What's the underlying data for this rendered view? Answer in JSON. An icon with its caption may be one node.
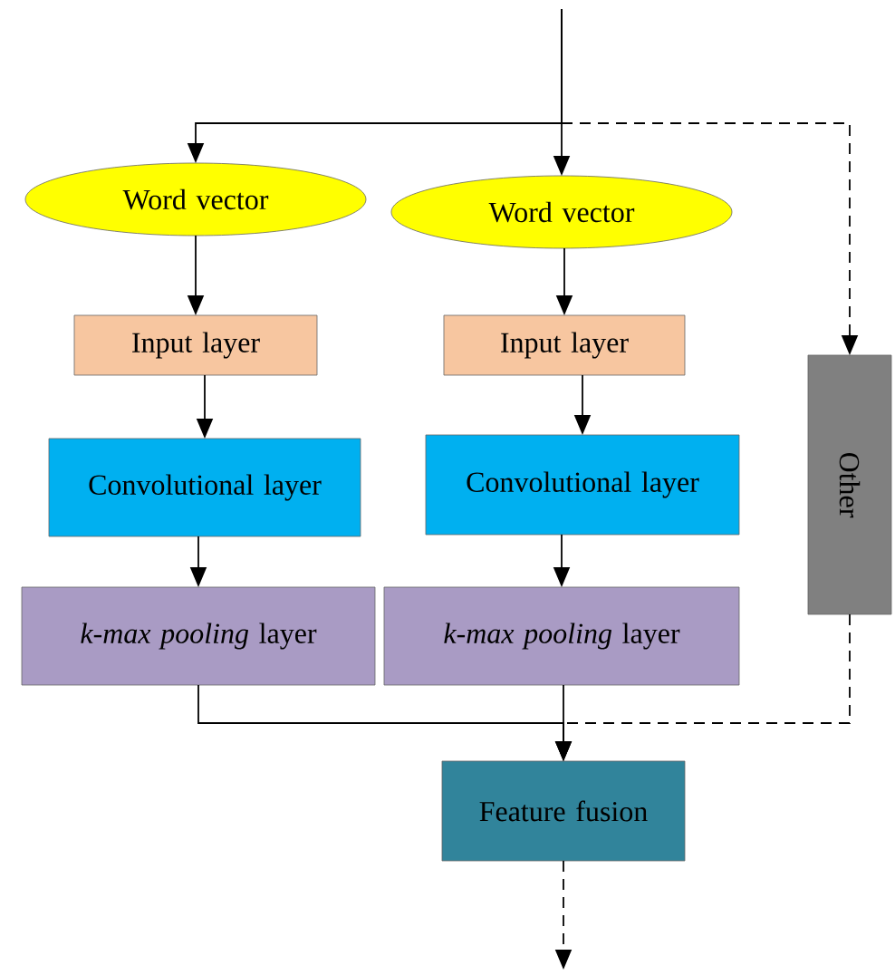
{
  "diagram": {
    "nodes": [
      {
        "text": [
          "Word vector"
        ]
      },
      {
        "text": [
          "Word vector"
        ]
      },
      {
        "text": [
          "Input layer"
        ]
      },
      {
        "text": [
          "Input layer"
        ]
      },
      {
        "text": [
          "Convolutional layer"
        ]
      },
      {
        "text": [
          "Convolutional layer"
        ]
      },
      {
        "text": [
          "*k-max pooling* layer"
        ]
      },
      {
        "text": [
          "*k-max pooling* layer"
        ]
      },
      {
        "text": [
          "Other"
        ]
      },
      {
        "text": [
          "Feature fusion"
        ]
      }
    ],
    "edges": [
      {
        "from": null,
        "to": 0,
        "arrow": "to"
      },
      {
        "from": null,
        "to": 1,
        "arrow": "to"
      },
      {
        "from": null,
        "to": 8,
        "arrow": "to",
        "style": "dashed"
      },
      {
        "from": 0,
        "to": 2,
        "arrow": "to"
      },
      {
        "from": 1,
        "to": 3,
        "arrow": "to"
      },
      {
        "from": 2,
        "to": 4,
        "arrow": "to"
      },
      {
        "from": 3,
        "to": 5,
        "arrow": "to"
      },
      {
        "from": 4,
        "to": 6,
        "arrow": "to"
      },
      {
        "from": 5,
        "to": 7,
        "arrow": "to"
      },
      {
        "from": 6,
        "to": 9,
        "arrow": "to"
      },
      {
        "from": 7,
        "to": 9,
        "arrow": "to"
      },
      {
        "from": 8,
        "to": 9,
        "arrow": "to",
        "style": "dashed"
      },
      {
        "from": 9,
        "to": null,
        "arrow": "to",
        "style": "dashed"
      }
    ]
  }
}
